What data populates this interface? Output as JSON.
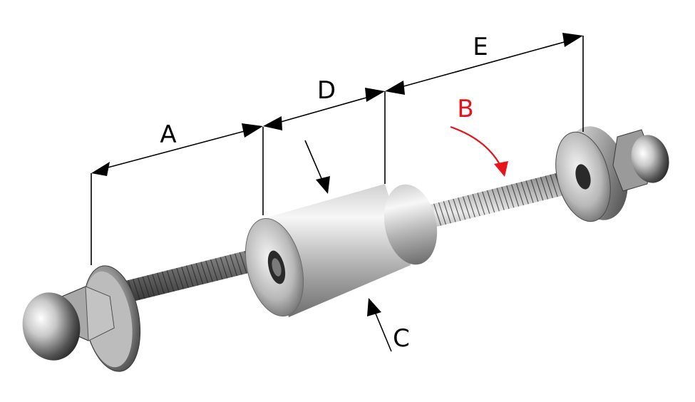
{
  "labels": {
    "a": "A",
    "b": "B",
    "c": "C",
    "d": "D",
    "e": "E"
  },
  "colors": {
    "dimension": "#000000",
    "highlight": "#e8141b",
    "steel_light": "#f2f2f2",
    "steel_mid": "#a9a9a9",
    "steel_dark": "#3c3c3c"
  }
}
